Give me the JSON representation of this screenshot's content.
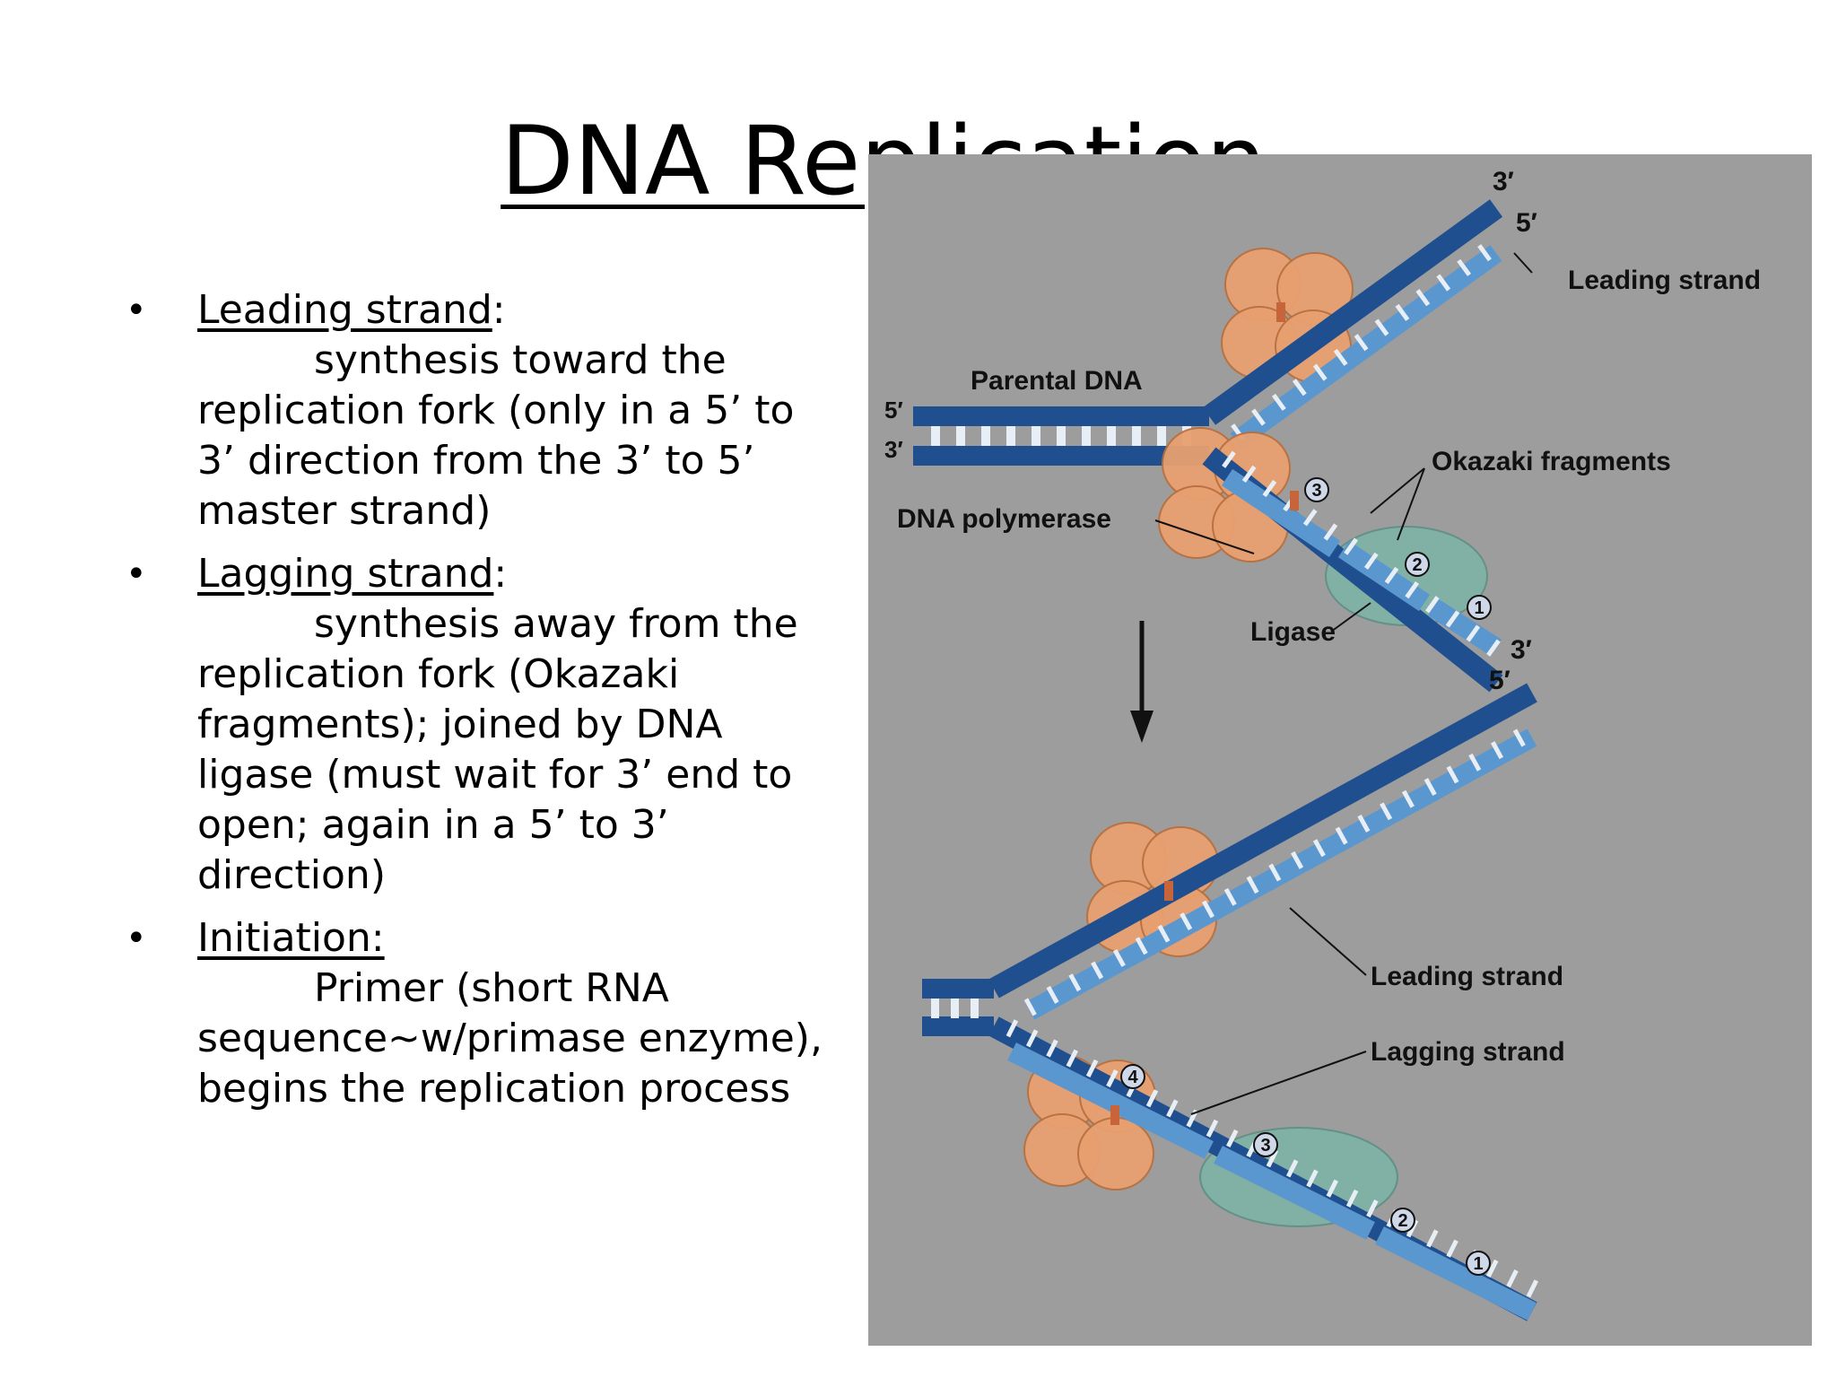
{
  "slide": {
    "title": "DNA Replication",
    "bullets": [
      {
        "term": "Leading strand",
        "suffix": ":",
        "indent_line": "synthesis toward the",
        "body": "replication fork (only in a 5’ to 3’ direction from the 3’ to 5’ master strand)"
      },
      {
        "term": "Lagging strand",
        "suffix": ":",
        "indent_line": "synthesis away from the",
        "body": "replication fork (Okazaki fragments); joined by DNA ligase (must wait for 3’ end to open; again in a 5’ to 3’ direction)"
      },
      {
        "term": "Initiation:",
        "suffix": "",
        "indent_line": "Primer (short RNA",
        "body": "sequence~w/primase enzyme), begins the replication process"
      }
    ]
  },
  "figure": {
    "labels": {
      "top_3prime": "3′",
      "top_5prime": "5′",
      "leading_strand_top": "Leading strand",
      "parental_dna": "Parental DNA",
      "left_5prime": "5′",
      "left_3prime": "3′",
      "okazaki_fragments": "Okazaki fragments",
      "dna_polymerase": "DNA polymerase",
      "ligase": "Ligase",
      "bottom_3prime": "3′",
      "bottom_5prime": "5′",
      "leading_strand_bottom": "Leading strand",
      "lagging_strand_bottom": "Lagging strand"
    },
    "fragment_numbers_top": [
      "3",
      "2",
      "1"
    ],
    "fragment_numbers_bottom": [
      "4",
      "3",
      "2",
      "1"
    ],
    "colors": {
      "background": "#9d9d9d",
      "dark_strand": "#1f4f8f",
      "light_strand": "#5b97cf",
      "polymerase": "#e8a070",
      "ligase": "#7fb3a6",
      "primer": "#c8643a"
    }
  }
}
